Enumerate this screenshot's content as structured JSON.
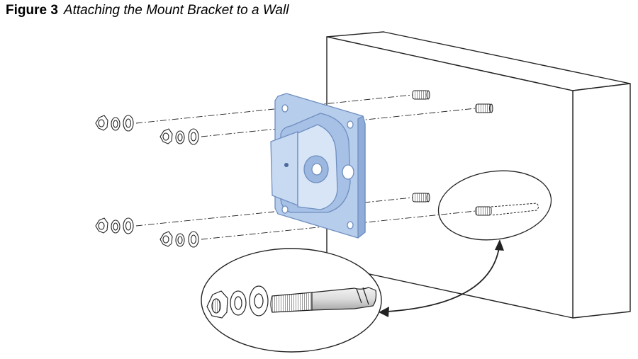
{
  "figure": {
    "label": "Figure 3",
    "title": "Attaching the Mount Bracket to a Wall"
  },
  "colors": {
    "bracket_fill": "#b7cdec",
    "bracket_edge": "#6f8fbf",
    "line": "#222222",
    "background": "#ffffff"
  },
  "icons": [
    "wall",
    "mount-bracket",
    "hex-nut",
    "lock-washer",
    "flat-washer",
    "threaded-stud",
    "anchor-bolt",
    "callout-arrow"
  ]
}
